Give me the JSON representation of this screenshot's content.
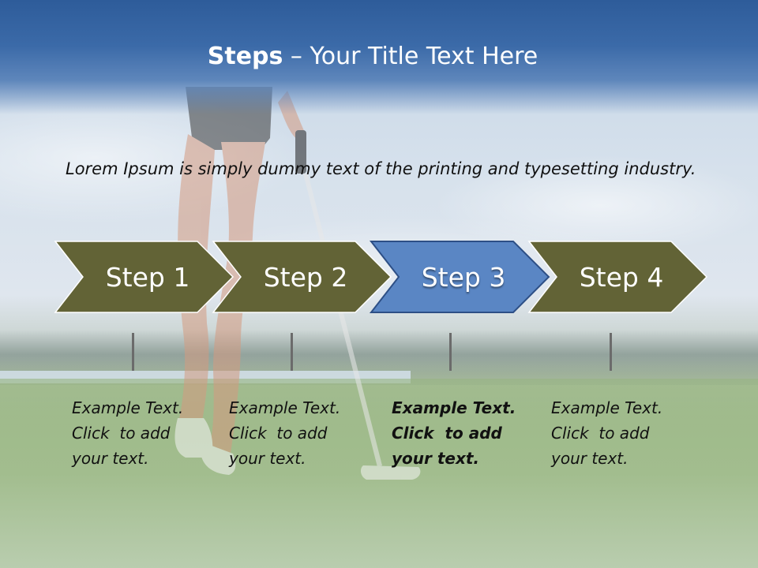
{
  "title": {
    "bold_part": "Steps",
    "rest": " – Your Title Text Here"
  },
  "intro": "Lorem Ipsum is simply dummy text of the printing and typesetting industry.",
  "steps": [
    {
      "label": "Step 1",
      "active": false
    },
    {
      "label": "Step 2",
      "active": false
    },
    {
      "label": "Step 3",
      "active": true
    },
    {
      "label": "Step 4",
      "active": false
    }
  ],
  "examples": [
    {
      "lines": [
        "Example Text.",
        "Click  to add",
        "your text."
      ]
    },
    {
      "lines": [
        "Example Text.",
        "Click  to add",
        "your text."
      ]
    },
    {
      "lines": [
        "Example Text.",
        "Click  to add",
        "your text."
      ]
    },
    {
      "lines": [
        "Example Text.",
        "Click  to add",
        "your text."
      ]
    }
  ],
  "colors": {
    "step_fill": "#626336",
    "step_active_fill": "#5a86c4",
    "step_active_stroke": "#2d4f86",
    "step_stroke": "#ffffff",
    "title_bar": "#3b6aa8"
  }
}
